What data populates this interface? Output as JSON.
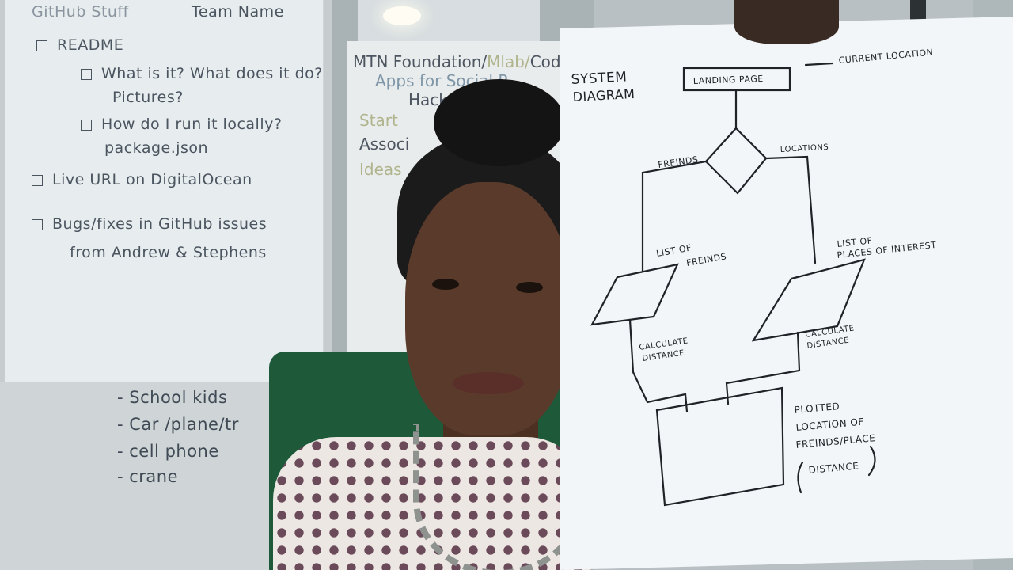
{
  "flipchart_left": {
    "header": "GitHub Stuff",
    "team": "Team Name",
    "items": [
      "README",
      "What is it? What does it do?",
      "Pictures?",
      "How do I run it locally?",
      "package.json",
      "Live URL on DigitalOcean",
      "Bugs/fixes in GitHub issues",
      "from Andrew & Stephens"
    ],
    "bottom_list": [
      "- School kids",
      "- Car /plane/tr",
      "- cell phone",
      "- crane"
    ]
  },
  "flipchart_middle": {
    "line1": "MTN Foundation/",
    "line1_faded": "Mlab/",
    "line1_end": "Code",
    "line2": "Apps for Social P",
    "line3": "Hack",
    "items": [
      "Start",
      "Associ",
      "Ideas"
    ]
  },
  "diagram": {
    "title_line1": "SYSTEM",
    "title_line2": "DIAGRAM",
    "landing": "LANDING PAGE",
    "current": "CURRENT LOCATION",
    "friends_branch": "FREINDS",
    "locations_branch": "LOCATIONS",
    "list_friends_1": "LIST OF",
    "list_friends_2": "FREINDS",
    "list_places_1": "LIST OF",
    "list_places_2": "PLACES OF INTEREST",
    "calc_left_1": "CALCULATE",
    "calc_left_2": "DISTANCE",
    "calc_right_1": "CALCULATE",
    "calc_right_2": "DISTANCE",
    "plotted_1": "PLOTTED",
    "plotted_2": "LOCATION OF",
    "plotted_3": "FREINDS/PLACE",
    "plotted_4": "DISTANCE"
  }
}
